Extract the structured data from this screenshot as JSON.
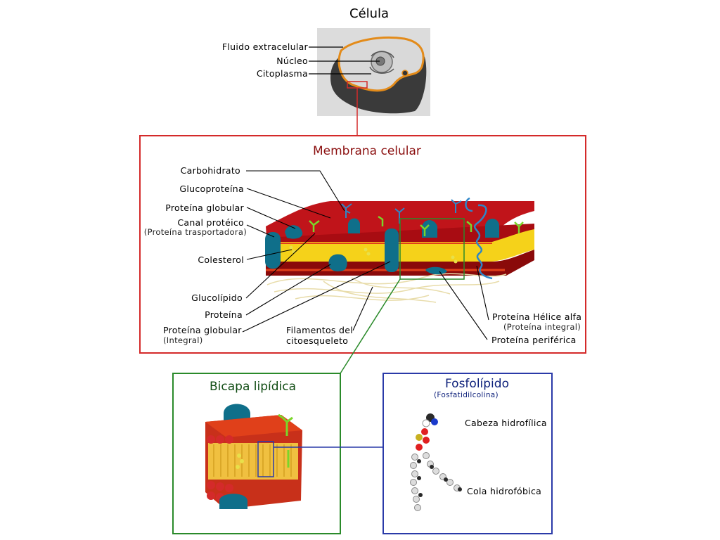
{
  "cell": {
    "title": "Célula",
    "labels": [
      "Fluido extracelular",
      "Núcleo",
      "Citoplasma"
    ]
  },
  "membrane": {
    "title": "Membrana celular",
    "left_labels": {
      "carbohidrato": "Carbohidrato",
      "glucoproteina": "Glucoproteína",
      "proteina_globular": "Proteína globular",
      "canal_proteico": "Canal protéico",
      "canal_proteico_sub": "(Proteína trasportadora)",
      "colesterol": "Colesterol",
      "glucolipido": "Glucolípido",
      "proteina": "Proteína",
      "proteina_globular_integral": "Proteína globular",
      "proteina_globular_integral_sub": "(Integral)"
    },
    "bottom_labels": {
      "filamentos_1": "Filamentos del",
      "filamentos_2": "citoesqueleto"
    },
    "right_labels": {
      "helice": "Proteína Hélice alfa",
      "helice_sub": "(Proteína integral)",
      "periferica": "Proteína periférica"
    }
  },
  "bilayer": {
    "title": "Bicapa lipídica"
  },
  "phospholipid": {
    "title": "Fosfolípido",
    "subtitle": "(Fosfatidilcolina)",
    "head": "Cabeza hidrofílica",
    "tail": "Cola hidrofóbica"
  },
  "colors": {
    "red_frame": "#d42a2a",
    "green_frame": "#2a8a2a",
    "blue_frame": "#2a3aa8",
    "protein": "#0f6f8a",
    "yellow_layer": "#f5d21a",
    "dark_red_layer": "#8a0a0a",
    "orange_head": "#e0401a"
  }
}
